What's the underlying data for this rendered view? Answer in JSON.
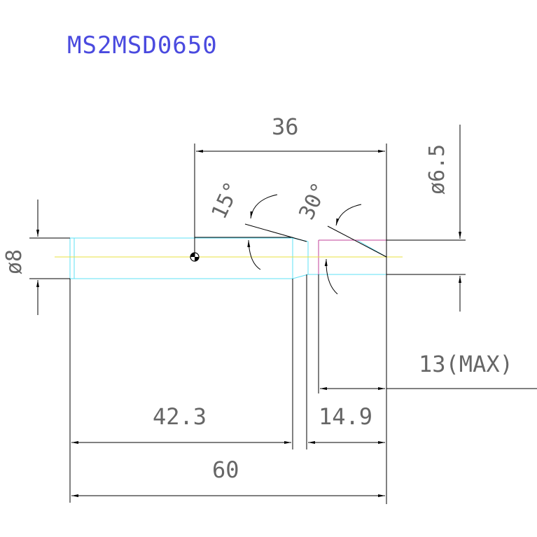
{
  "title": "MS2MSD0650",
  "dimensions": {
    "d36": "36",
    "dia65": "ø6.5",
    "dia8": "ø8",
    "ang15": "15°",
    "ang30": "30°",
    "max13": "13(MAX)",
    "d423": "42.3",
    "d149": "14.9",
    "d60": "60"
  },
  "colors": {
    "title": "#4a4adf",
    "dim": "#000000",
    "cyan": "#5fe0f5",
    "magenta": "#c0409a",
    "red": "#e02020",
    "yellow": "#e8e040",
    "blue": "#3050ff"
  }
}
